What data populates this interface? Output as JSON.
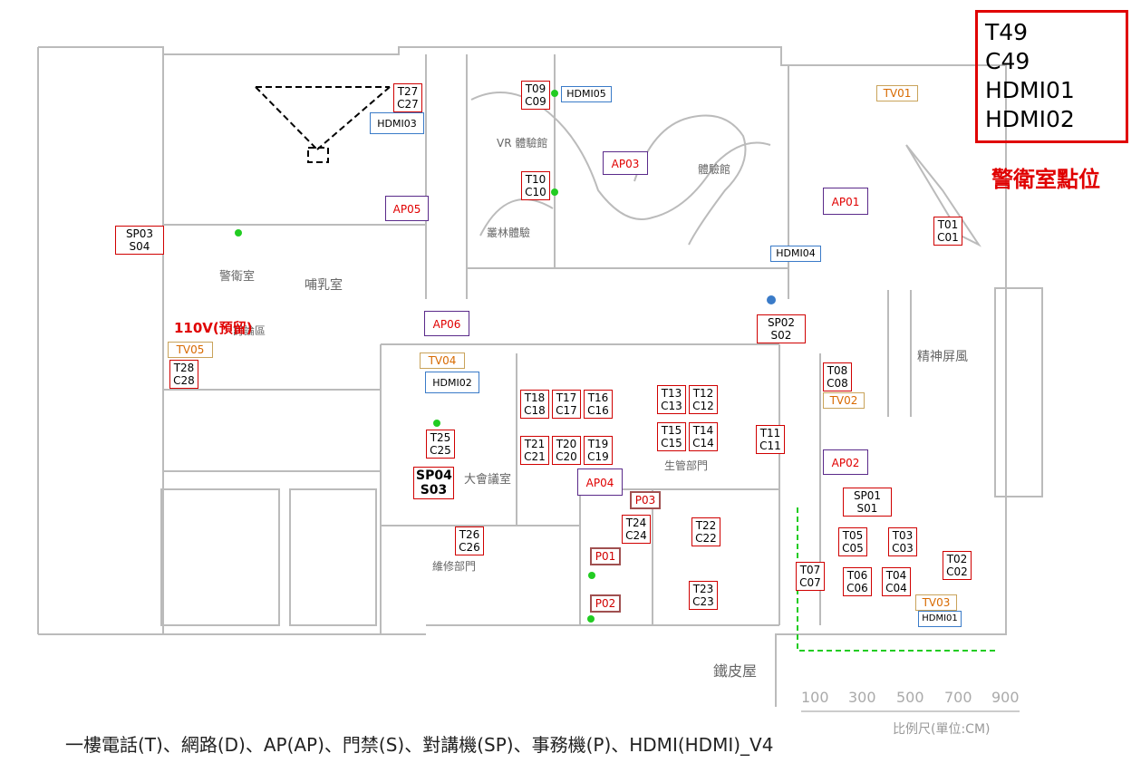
{
  "legend": {
    "lines": [
      "T49",
      "C49",
      "HDMI01",
      "HDMI02"
    ],
    "title": "警衛室點位"
  },
  "caption": "一樓電話(T)、網路(D)、AP(AP)、門禁(S)、對講機(SP)、事務機(P)、HDMI(HDMI)_V4",
  "reserve_note": "110V(預留)",
  "scale": {
    "ticks": [
      "100",
      "300",
      "500",
      "700",
      "900"
    ],
    "units": "比例尺(單位:CM)"
  },
  "rooms": {
    "vr": "VR 體驗館",
    "tree": "叢林體驗",
    "exp": "體驗館",
    "nursing": "哺乳室",
    "guard": "警衛室",
    "spirit": "精神屏風",
    "meeting": "大會議室",
    "finance": "生管部門",
    "tin": "鐵皮屋",
    "maint": "維修部門",
    "discuss": "討論區"
  },
  "points": {
    "T27": [
      "T27",
      "C27"
    ],
    "T09": [
      "T09",
      "C09"
    ],
    "T10": [
      "T10",
      "C10"
    ],
    "T01": [
      "T01",
      "C01"
    ],
    "SP03": [
      "SP03",
      "S04"
    ],
    "SP02": [
      "SP02",
      "S02"
    ],
    "T28": [
      "T28",
      "C28"
    ],
    "T08": [
      "T08",
      "C08"
    ],
    "T18": [
      "T18",
      "C18"
    ],
    "T17": [
      "T17",
      "C17"
    ],
    "T16": [
      "T16",
      "C16"
    ],
    "T13": [
      "T13",
      "C13"
    ],
    "T12": [
      "T12",
      "C12"
    ],
    "T25": [
      "T25",
      "C25"
    ],
    "T15": [
      "T15",
      "C15"
    ],
    "T14": [
      "T14",
      "C14"
    ],
    "T11": [
      "T11",
      "C11"
    ],
    "T21": [
      "T21",
      "C21"
    ],
    "T20": [
      "T20",
      "C20"
    ],
    "T19": [
      "T19",
      "C19"
    ],
    "SP04": [
      "SP04",
      "S03"
    ],
    "SP01": [
      "SP01",
      "S01"
    ],
    "T24": [
      "T24",
      "C24"
    ],
    "T22": [
      "T22",
      "C22"
    ],
    "T26": [
      "T26",
      "C26"
    ],
    "T05": [
      "T05",
      "C05"
    ],
    "T03": [
      "T03",
      "C03"
    ],
    "T02": [
      "T02",
      "C02"
    ],
    "T07": [
      "T07",
      "C07"
    ],
    "T06": [
      "T06",
      "C06"
    ],
    "T04": [
      "T04",
      "C04"
    ],
    "T23": [
      "T23",
      "C23"
    ]
  },
  "singles": {
    "HDMI05": "HDMI05",
    "HDMI03": "HDMI03",
    "HDMI04": "HDMI04",
    "HDMI02": "HDMI02",
    "HDMI01": "HDMI01",
    "AP03": "AP03",
    "AP05": "AP05",
    "AP01": "AP01",
    "AP06": "AP06",
    "AP02": "AP02",
    "AP04": "AP04",
    "TV01": "TV01",
    "TV05": "TV05",
    "TV04": "TV04",
    "TV02": "TV02",
    "TV03": "TV03",
    "P03": "P03",
    "P01": "P01",
    "P02": "P02"
  },
  "colors": {
    "point_border": "#d00000",
    "ap_border": "#5a2a8a",
    "hdmi_border": "#3a7bc8",
    "tv_border": "#c9a35a",
    "printer_border": "#a05050",
    "network_line": "#22cc22"
  }
}
